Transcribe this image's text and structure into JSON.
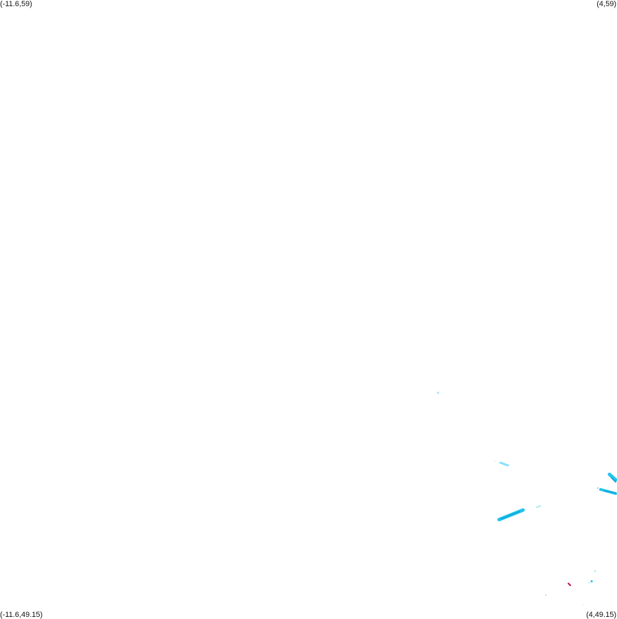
{
  "map": {
    "corners": {
      "top_left": "(-11.6,59)",
      "top_right": "(4,59)",
      "bottom_left": "(-11.6,49.15)",
      "bottom_right": "(4,49.15)"
    },
    "colors": {
      "background": "#ffffff",
      "light_cyan": "#7fe3f5",
      "cyan": "#22c4ee",
      "deep_cyan": "#12a8d8",
      "crimson": "#c0103a",
      "label_text": "#111111"
    }
  }
}
